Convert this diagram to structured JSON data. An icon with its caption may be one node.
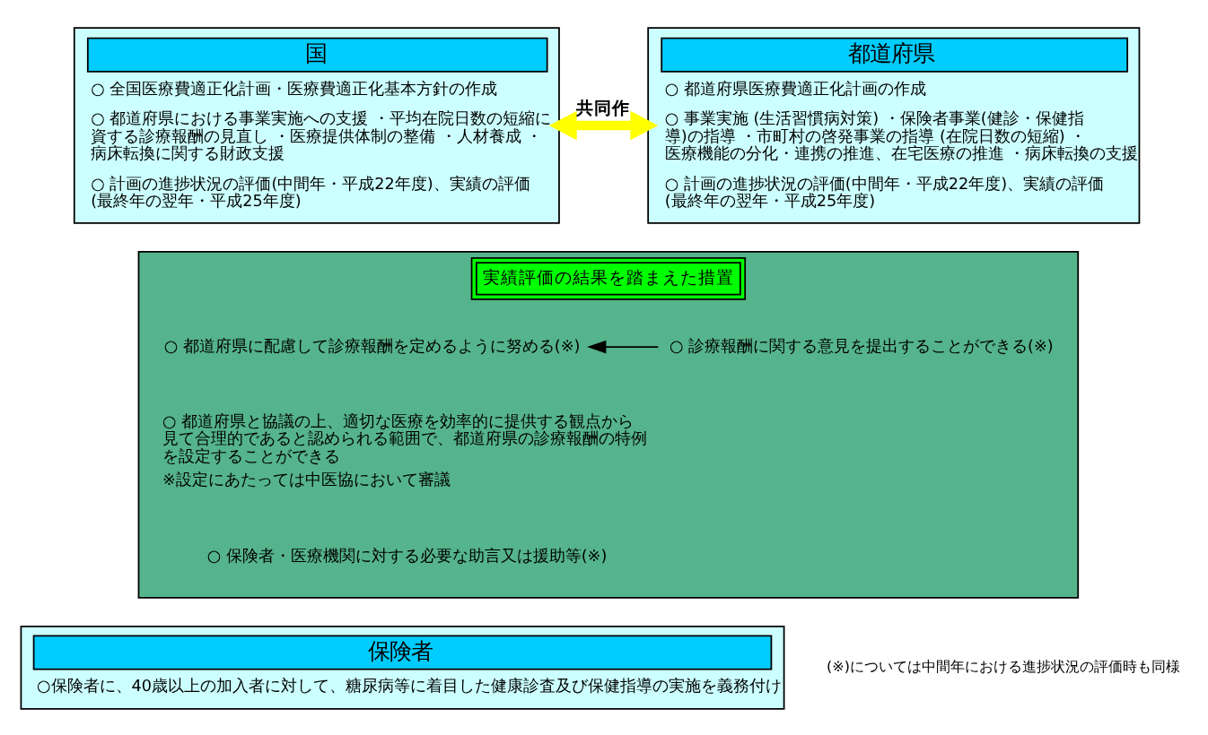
{
  "diagram": {
    "nodes": [
      {
        "text": [
          "国",
          "○ 全国医療費適正化計画・医療費適正化基本方針の作成",
          "○ 都道府県における事業実施への支援 ・平均在院日数の短縮に資する診療報酬の見直し ・医療提供体制の整備 ・人材養成 ・病床転換に関する財政支援",
          "○ 計画の進捗状況の評価(中間年・平成22年度)、実績の評価(最終年の翌年・平成25年度)"
        ]
      },
      {
        "text": [
          "都道府県",
          "○ 都道府県医療費適正化計画の作成",
          "○ 事業実施 (生活習慣病対策) ・保険者事業(健診・保健指導)の指導 ・市町村の啓発事業の指導 (在院日数の短縮) ・医療機能の分化・連携の推進、在宅医療の推進 ・病床転換の支援",
          "○ 計画の進捗状況の評価(中間年・平成22年度)、実績の評価(最終年の翌年・平成25年度)"
        ]
      },
      {
        "text": [
          "実績評価の結果を踏まえた措置"
        ]
      },
      {
        "text": [
          "○ 都道府県に配慮して診療報酬を定めるように努める(※)"
        ],
        "in": 2
      },
      {
        "text": [
          "○ 都道府県と協議の上、適切な医療を効率的に提供する観点から見て合理的であると認められる範囲で、都道府県の診療報酬の特例を設定することができる",
          "※設定にあたっては中医協において審議"
        ],
        "in": 2
      },
      {
        "text": [
          "○ 診療報酬に関する意見を提出することができる(※)"
        ],
        "in": 2
      },
      {
        "text": [
          "○ 保険者・医療機関に対する必要な助言又は援助等(※)"
        ],
        "in": 2
      },
      {
        "text": [
          "保険者",
          "○保険者に、40歳以上の加入者に対して、糖尿病等に着目した健康診査及び保健指導の実施を義務付け"
        ]
      }
    ],
    "edges": [
      {
        "from": 0,
        "to": 1,
        "arrow": "both",
        "label": "共同作",
        "style": "thick",
        "color": "#ffff00"
      },
      {
        "from": 5,
        "to": 3,
        "arrow": "to",
        "color": "#000000"
      }
    ],
    "labels": [
      "(※)については中間年における進捗状況の評価時も同様"
    ]
  }
}
